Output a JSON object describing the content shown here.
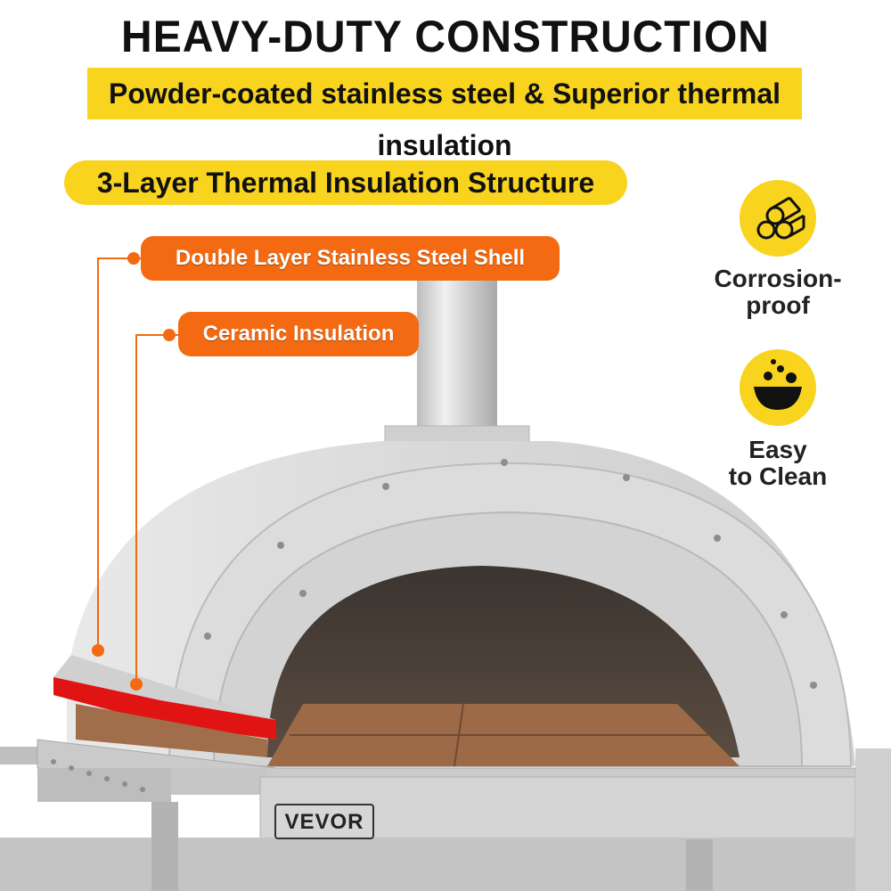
{
  "header": {
    "headline": "HEAVY-DUTY CONSTRUCTION",
    "subheadline": "Powder-coated stainless steel & Superior thermal insulation"
  },
  "callouts": {
    "structure_title": "3-Layer Thermal Insulation Structure",
    "outer_layer": "Double Layer Stainless Steel Shell",
    "inner_layer": "Ceramic Insulation"
  },
  "features": [
    {
      "label_line1": "Corrosion-",
      "label_line2": "proof",
      "icon": "logs-icon"
    },
    {
      "label_line1": "Easy",
      "label_line2": "to Clean",
      "icon": "bubbles-bowl-icon"
    }
  ],
  "product": {
    "brand_logo": "VEVOR"
  },
  "colors": {
    "accent_yellow": "#f8d41e",
    "accent_orange": "#f36a12",
    "insulation_red": "#e11414",
    "steel": "#c9c9c9"
  }
}
